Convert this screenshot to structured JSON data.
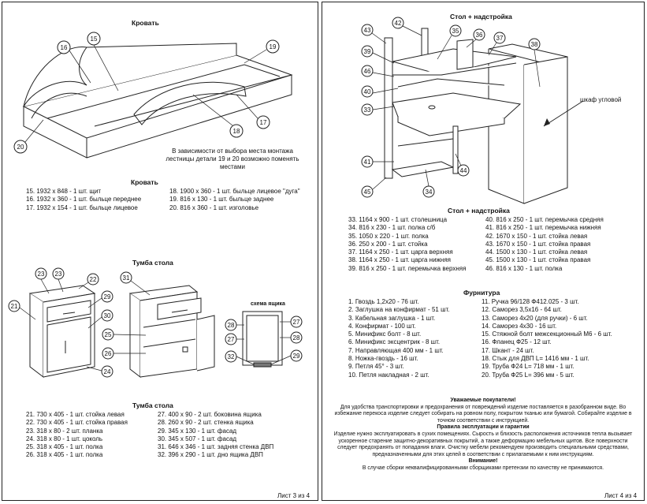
{
  "left": {
    "bed_title": "Кровать",
    "bed_note": [
      "В зависимости от выбора места монтажа",
      "лестницы детали 19 и 20 возможно поменять",
      "местами"
    ],
    "bed_list_title": "Кровать",
    "bed_parts_left": [
      "15. 1932 х 848 - 1 шт. щит",
      "16. 1932 х 360 - 1 шт. быльце переднее",
      "17. 1932 х 154 - 1 шт. быльце лицевое"
    ],
    "bed_parts_right": [
      "18. 1900 х 360 - 1 шт. быльце лицевое \"дуга\"",
      "19. 816 х 130 - 1 шт. быльце заднее",
      "20. 816 х 360 - 1 шт. изголовье"
    ],
    "bed_callouts": [
      "15",
      "16",
      "19",
      "17",
      "18",
      "20"
    ],
    "cabinet_title": "Тумба стола",
    "cabinet_callouts": [
      "23",
      "22",
      "21",
      "29",
      "30",
      "24",
      "31",
      "25",
      "26"
    ],
    "drawer_scheme_title": "схема ящика",
    "drawer_callouts": [
      "28",
      "27",
      "27",
      "28",
      "32",
      "29"
    ],
    "cabinet_list_title": "Тумба стола",
    "cabinet_parts_left": [
      "21. 730 х 405 - 1 шт. стойка левая",
      "22. 730 х 405 - 1 шт. стойка правая",
      "23. 318 х 80 - 2 шт. планка",
      "24. 318 х 80 - 1 шт. цоколь",
      "25. 318 х 405 - 1 шт. полка",
      "26. 318 х 405 - 1 шт. полка"
    ],
    "cabinet_parts_right": [
      "27. 400 х 90 - 2 шт. боковина ящика",
      "28. 260 х 90 - 2 шт. стенка ящика",
      "29. 345 х 130 - 1 шт. фасад",
      "30. 345 х 507 - 1 шт. фасад",
      "31. 646 х 346 - 1 шт. задняя стенка ДВП",
      "32. 396 х 290 - 1 шт. дно ящика ДВП"
    ],
    "page_label": "Лист 3 из 4"
  },
  "right": {
    "desk_title": "Стол + надстройка",
    "desk_callouts": [
      "42",
      "43",
      "35",
      "36",
      "37",
      "38",
      "39",
      "46",
      "40",
      "33",
      "41",
      "45",
      "34",
      "44"
    ],
    "corner_label": "шкаф угловой",
    "desk_list_title": "Стол + надстройка",
    "desk_parts_left": [
      "33. 1164 х 900 - 1 шт. столешница",
      "34. 816 х 230 - 1 шт. полка с/б",
      "35. 1050 х 220 - 1 шт. полка",
      "36. 250 х 200 - 1 шт. стойка",
      "37. 1164 х 250 - 1 шт. царга верхняя",
      "38. 1164 х 250 - 1 шт. царга нижняя",
      "39. 816 х 250 - 1 шт. перемычка верхняя"
    ],
    "desk_parts_right": [
      "40. 816 х 250 - 1 шт. перемычка средняя",
      "41. 816 х 250 - 1 шт. перемычка нижняя",
      "42. 1670 х 150 - 1 шт. стойка левая",
      "43. 1670 х 150 - 1 шт. стойка правая",
      "44. 1500 х 130 - 1 шт. стойка левая",
      "45. 1500 х 130 - 1 шт. стойка правая",
      "46. 816 х 130 - 1 шт. полка"
    ],
    "hardware_title": "Фурнитура",
    "hardware_left": [
      "1. Гвоздь 1,2х20 - 76 шт.",
      "2. Заглушка на конфирмат - 51 шт.",
      "3. Кабельная заглушка - 1 шт.",
      "4. Конфирмат - 100 шт.",
      "5. Минификс болт - 8 шт.",
      "6. Минификс эксцентрик - 8 шт.",
      "7. Направляющая 400 мм - 1 шт.",
      "8. Ножка-гвоздь - 16 шт.",
      "9. Петля 45° - 3 шт.",
      "10. Петля накладная - 2 шт."
    ],
    "hardware_right": [
      "11. Ручка 96/128 Ф412.025 - 3 шт.",
      "12. Саморез 3,5х16 - 64 шт.",
      "13. Саморез 4х20 (для ручки) - 6 шт.",
      "14. Саморез 4х30 - 16 шт.",
      "15. Стяжной болт межсекционный М6 - 6 шт.",
      "16. Фланец Ф25 - 12 шт.",
      "17. Шкант - 24 шт.",
      "18. Стык для ДВП L= 1416 мм - 1 шт.",
      "19. Труба Ф24 L= 718 мм - 1 шт.",
      "20. Труба Ф25 L= 396 мм - 5 шт."
    ],
    "notice_title": "Уважаемые покупатели!",
    "notice_text": [
      "Для удобства транспортировки и предохранения от повреждений изделие поставляется в разобранном виде. Во",
      "избежание перекоса изделие следует собирать на ровном полу, покрытом тканью или бумагой. Собирайте изделие в",
      "точном соответствии с инструкцией."
    ],
    "rules_title": "Правила эксплуатации и гарантии",
    "rules_text": [
      "Изделие нужно эксплуатировать в сухих помещениях. Сырость и близость расположения источников тепла вызывает",
      "ускоренное старение защитно-декоративных покрытий, а также деформацию мебельных щитов. Все поверхности",
      "следует предохранять от попадания влаги. Очистку мебели рекомендуем производить специальными средствами,",
      "предназначенными для этих целей в соответствии с прилагаемыми к ним инструкциям."
    ],
    "attention_title": "Внимание!",
    "attention_text": "В случае сборки неквалифицированными сборщиками претензии по качеству не принимаются.",
    "page_label": "Лист 4 из 4"
  }
}
